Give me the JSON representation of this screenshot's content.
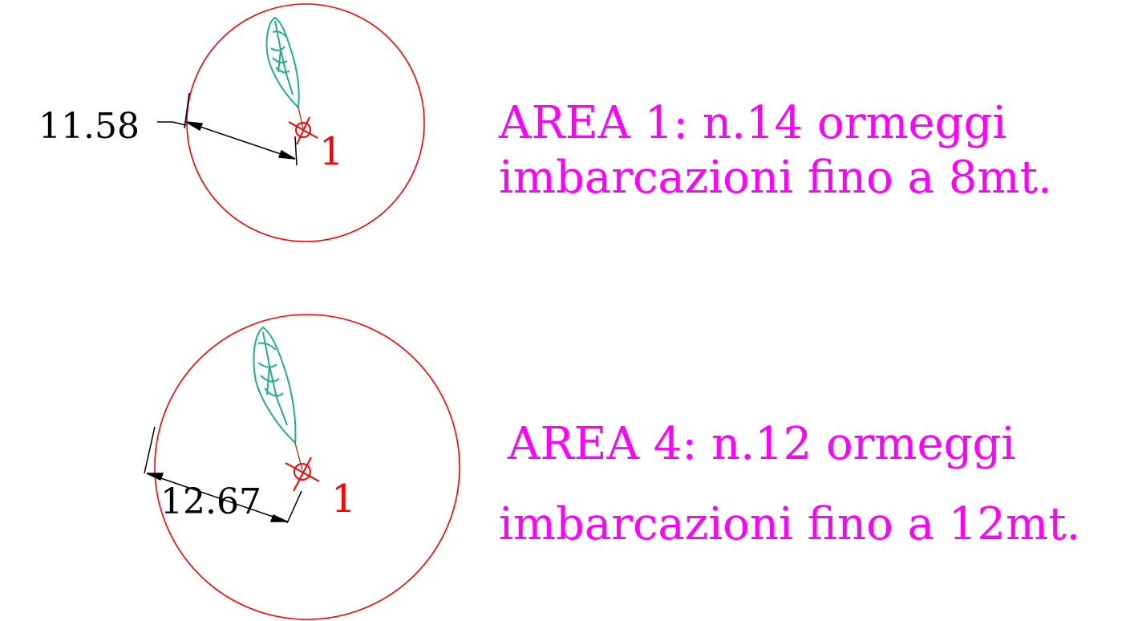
{
  "colors": {
    "circle": "#ff0000",
    "boat": "#1fae8c",
    "dimension": "#000000",
    "label": "#ff00ff",
    "marker": "#ff0000"
  },
  "areas": [
    {
      "radius_label": "11.58",
      "mooring_label": "1",
      "title": "AREA 1: n.14 ormeggi",
      "subtitle": "imbarcazioni fino a 8mt."
    },
    {
      "radius_label": "12.67",
      "mooring_label": "1",
      "title": "AREA 4: n.12 ormeggi",
      "subtitle": "imbarcazioni fino a 12mt."
    }
  ]
}
